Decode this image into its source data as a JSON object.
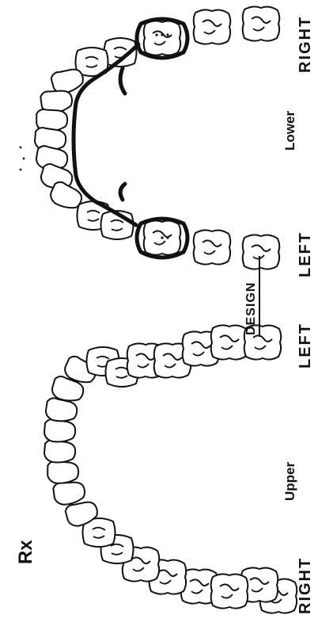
{
  "prescription_symbol": "Rx",
  "heading": "DESIGN",
  "labels": {
    "upper": "Upper",
    "lower": "Lower",
    "left": "LEFT",
    "right": "RIGHT"
  },
  "colors": {
    "ink": "#111111",
    "background": "#ffffff"
  }
}
